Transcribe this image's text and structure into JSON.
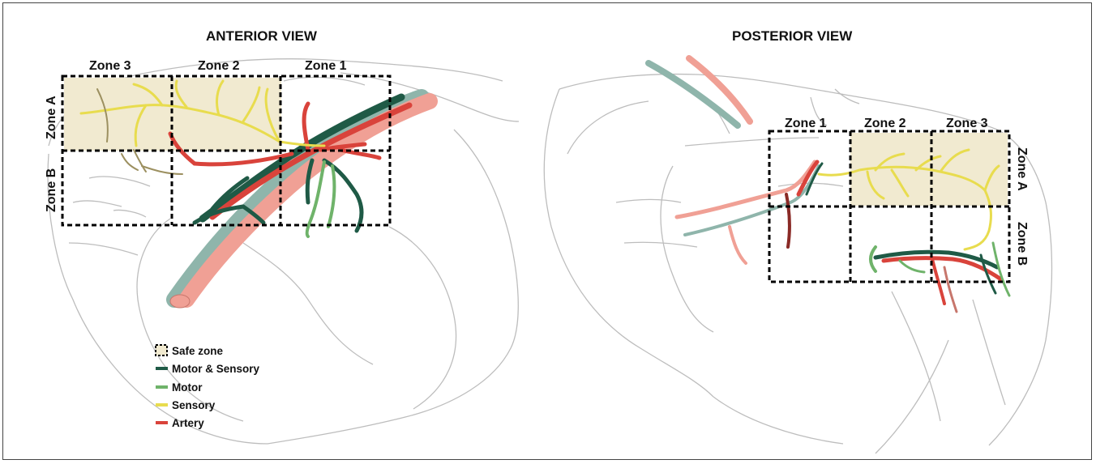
{
  "anterior": {
    "title": "ANTERIOR VIEW",
    "zones_top": [
      "Zone 3",
      "Zone 2",
      "Zone 1"
    ],
    "zones_side": [
      "Zone A",
      "Zone B"
    ]
  },
  "posterior": {
    "title": "POSTERIOR VIEW",
    "zones_top": [
      "Zone 1",
      "Zone 2",
      "Zone 3"
    ],
    "zones_side": [
      "Zone A",
      "Zone B"
    ]
  },
  "legend": [
    {
      "label": "Safe zone",
      "color": "#f1ead0"
    },
    {
      "label": "Motor & Sensory",
      "color": "#1f5a46"
    },
    {
      "label": "Motor",
      "color": "#6fb36a"
    },
    {
      "label": "Sensory",
      "color": "#e8dc4e"
    },
    {
      "label": "Artery",
      "color": "#d9433b"
    }
  ],
  "colors": {
    "outline": "#bdbdbd",
    "artery_light": "#f0a095",
    "vein_light": "#8fb5ab"
  }
}
